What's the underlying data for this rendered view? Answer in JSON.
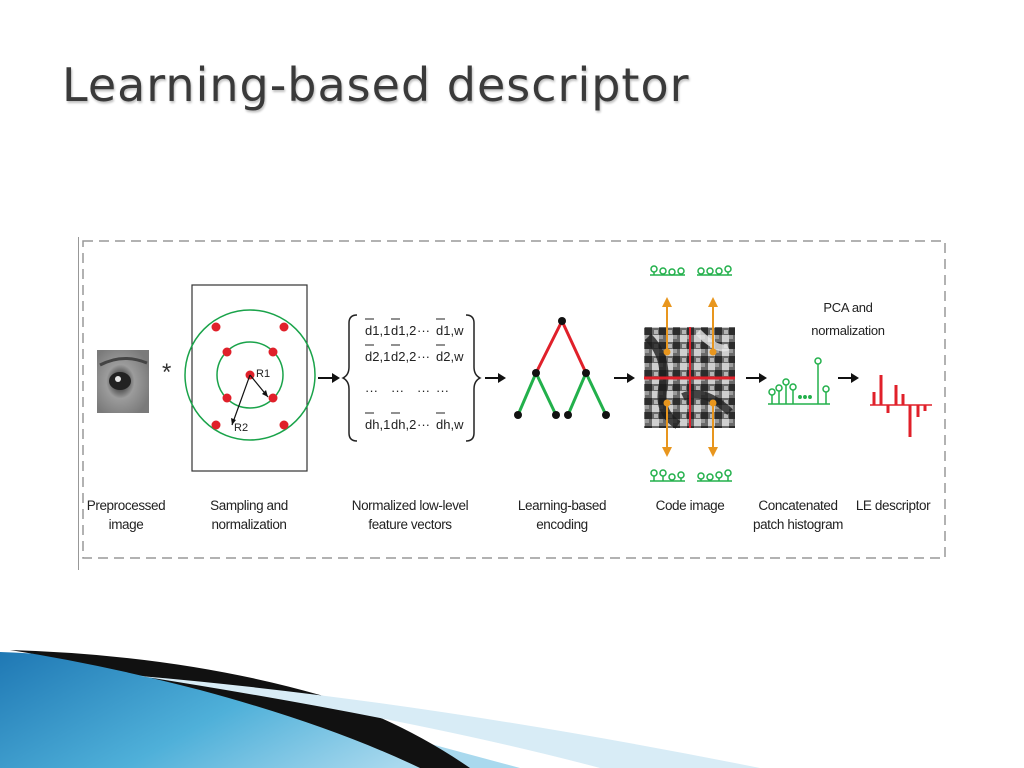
{
  "slide": {
    "title": "Learning-based descriptor"
  },
  "figure": {
    "convolution_symbol": "*",
    "pca_label_line1": "PCA and",
    "pca_label_line2": "normalization",
    "radius_labels": [
      "R1",
      "R2"
    ],
    "matrix_rows": [
      [
        "d1,1",
        "d1,2",
        "···",
        "d1,w"
      ],
      [
        "d2,1",
        "d2,2",
        "···",
        "d2,w"
      ],
      [
        "···",
        "···",
        "···",
        "···"
      ],
      [
        "dh,1",
        "dh,2",
        "···",
        "dh,w"
      ]
    ],
    "stages": [
      {
        "line1": "Preprocessed",
        "line2": "image"
      },
      {
        "line1": "Sampling and",
        "line2": "normalization"
      },
      {
        "line1": "Normalized low-level",
        "line2": "feature vectors"
      },
      {
        "line1": "Learning-based",
        "line2": "encoding"
      },
      {
        "line1": "Code image",
        "line2": ""
      },
      {
        "line1": "Concatenated",
        "line2": "patch histogram"
      },
      {
        "line1": "LE descriptor",
        "line2": ""
      }
    ],
    "colors": {
      "sampling_point": "#e0202a",
      "circle": "#1aa34a",
      "tree_upper": "#e0202a",
      "tree_lower": "#22b04b",
      "arrow_orange": "#e8961e",
      "histogram": "#22b04b",
      "descriptor": "#e0202a"
    }
  }
}
